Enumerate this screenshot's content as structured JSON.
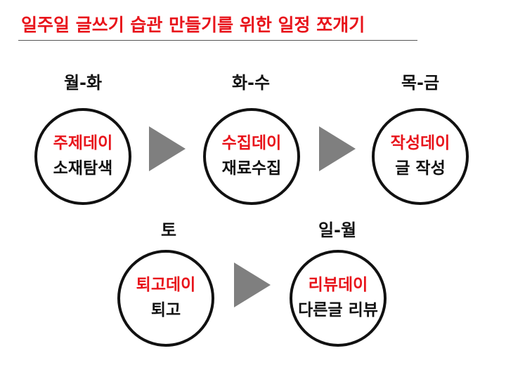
{
  "title": "일주일 글쓰기 습관 만들기를 위한 일정 쪼개기",
  "colors": {
    "accent": "#e8141b",
    "text": "#111111",
    "arrow": "#7f7f7f"
  },
  "stages": [
    {
      "day": "월-화",
      "name": "주제데이",
      "desc": "소재탐색"
    },
    {
      "day": "화-수",
      "name": "수집데이",
      "desc": "재료수집"
    },
    {
      "day": "목-금",
      "name": "작성데이",
      "desc": "글 작성"
    },
    {
      "day": "토",
      "name": "퇴고데이",
      "desc": "퇴고"
    },
    {
      "day": "일-월",
      "name": "리뷰데이",
      "desc": "다른글 리뷰"
    }
  ],
  "arrow_icon": "play-triangle-icon"
}
